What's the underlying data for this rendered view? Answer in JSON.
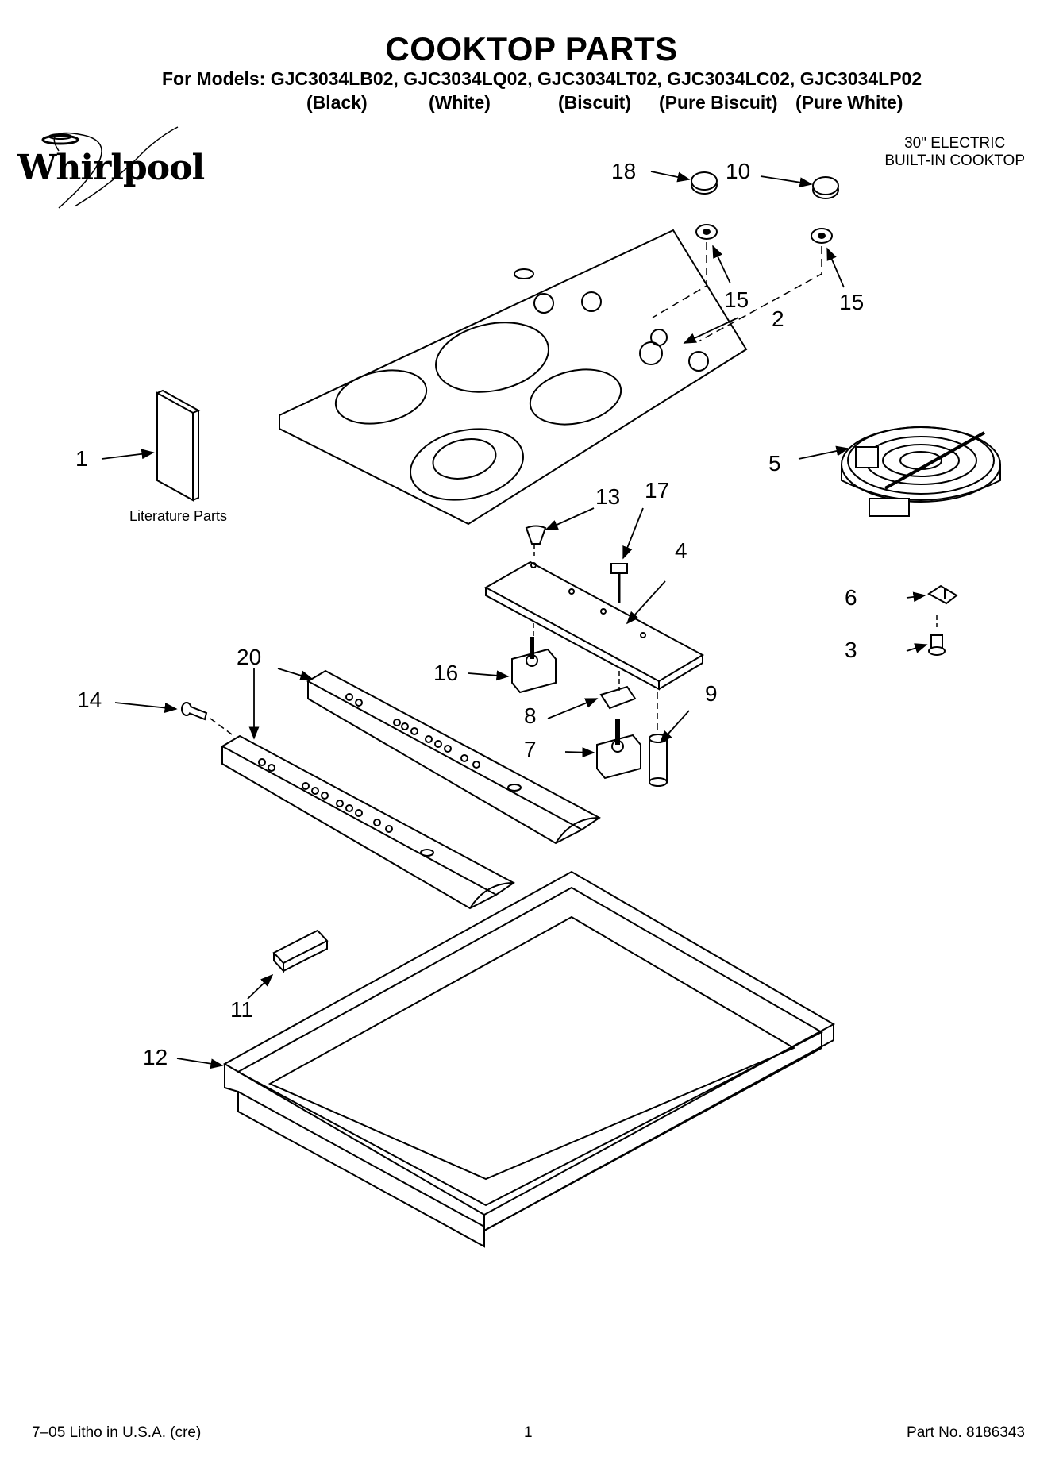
{
  "header": {
    "title": "COOKTOP PARTS",
    "models_label": "For Models:",
    "models": [
      {
        "model": "GJC3034LB02,",
        "color": "(Black)"
      },
      {
        "model": "GJC3034LQ02,",
        "color": "(White)"
      },
      {
        "model": "GJC3034LT02,",
        "color": "(Biscuit)"
      },
      {
        "model": "GJC3034LC02,",
        "color": "(Pure Biscuit)"
      },
      {
        "model": "GJC3034LP02",
        "color": "(Pure White)"
      }
    ],
    "brand": "Whirlpool",
    "product_line1": "30\" ELECTRIC",
    "product_line2": "BUILT-IN COOKTOP"
  },
  "literature_label": "Literature Parts",
  "callouts": {
    "c1": "1",
    "c2": "2",
    "c3": "3",
    "c4": "4",
    "c5": "5",
    "c6": "6",
    "c7": "7",
    "c8": "8",
    "c9": "9",
    "c10": "10",
    "c11": "11",
    "c12": "12",
    "c13": "13",
    "c14": "14",
    "c15a": "15",
    "c15b": "15",
    "c16": "16",
    "c17": "17",
    "c18": "18",
    "c20": "20"
  },
  "footer": {
    "litho": "7–05 Litho in U.S.A. (cre)",
    "page": "1",
    "part_no": "Part No. 8186343"
  }
}
